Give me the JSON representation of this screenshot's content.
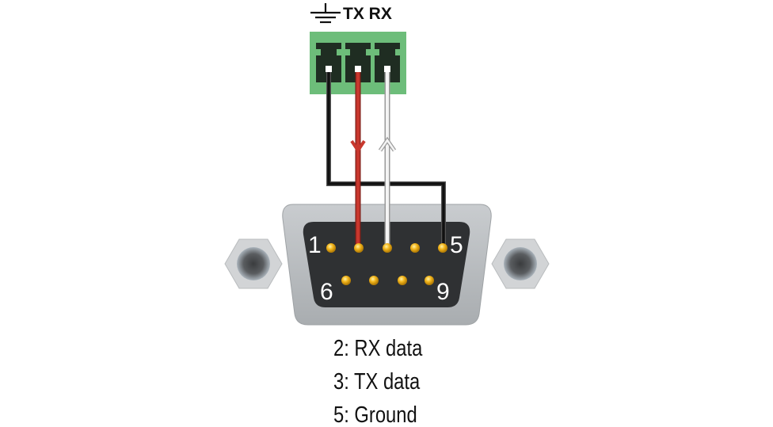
{
  "header": {
    "ground_icon": "ground-symbol-icon",
    "label": "TX RX"
  },
  "connector": {
    "type": "DB9",
    "pin_labels": {
      "top_left": "1",
      "top_right": "5",
      "bottom_left": "6",
      "bottom_right": "9"
    }
  },
  "wires": [
    {
      "name": "ground",
      "color": "#111111",
      "pin": 5
    },
    {
      "name": "tx",
      "color": "#c8372d",
      "pin": 2,
      "direction": "down"
    },
    {
      "name": "rx",
      "color": "#f2f2f2",
      "pin": 3,
      "direction": "up"
    }
  ],
  "legend": [
    "2: RX data",
    "3: TX data",
    "5: Ground"
  ],
  "colors": {
    "terminal_block": "#6dbd7a",
    "pin_gold": "#f2b51c",
    "shell": "#b8bcbf",
    "inner": "#2f3133"
  }
}
